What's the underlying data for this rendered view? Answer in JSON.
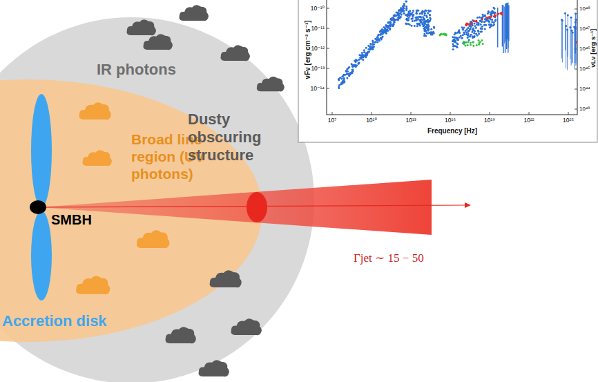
{
  "diagram": {
    "nodes": [
      {
        "text": [
          "Dusty obscuring structure"
        ]
      },
      {
        "text": [
          "Broad line region (UV photons)"
        ],
        "in": 0
      }
    ],
    "labels": [
      "IR photons",
      "SMBH",
      "Accretion disk",
      "Γjet ∼ 15 − 50",
      "νFν [erg cm⁻² s⁻¹]",
      "νLν [erg s⁻¹]",
      "Frequency [Hz]",
      "10⁻¹⁰",
      "10⁻¹¹",
      "10⁻¹²",
      "10⁻¹³",
      "10⁻¹⁴",
      "10⁷",
      "10¹⁰",
      "10¹³",
      "10¹⁶",
      "10¹⁹",
      "10²²",
      "10²⁵",
      "10⁴⁸",
      "10⁴⁷",
      "10⁴⁶",
      "10⁴⁵",
      "10⁴⁴",
      "10⁴³"
    ]
  }
}
